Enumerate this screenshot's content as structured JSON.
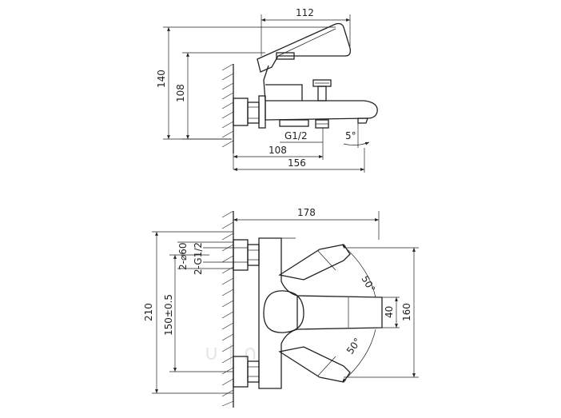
{
  "side_view": {
    "dim_width_top": "112",
    "dim_height_total": "140",
    "dim_height_inner": "108",
    "dim_thread": "G1/2",
    "dim_angle": "5°",
    "dim_depth_inner": "108",
    "dim_depth_total": "156"
  },
  "top_view": {
    "dim_length": "178",
    "dim_diameter": "2-⌀60",
    "dim_thread": "2-G1/2",
    "dim_height_total": "210",
    "dim_center_distance": "150±0.5",
    "dim_spout_width": "40",
    "dim_spout_span": "160",
    "dim_angle_upper": "50°",
    "dim_angle_lower": "50°"
  }
}
